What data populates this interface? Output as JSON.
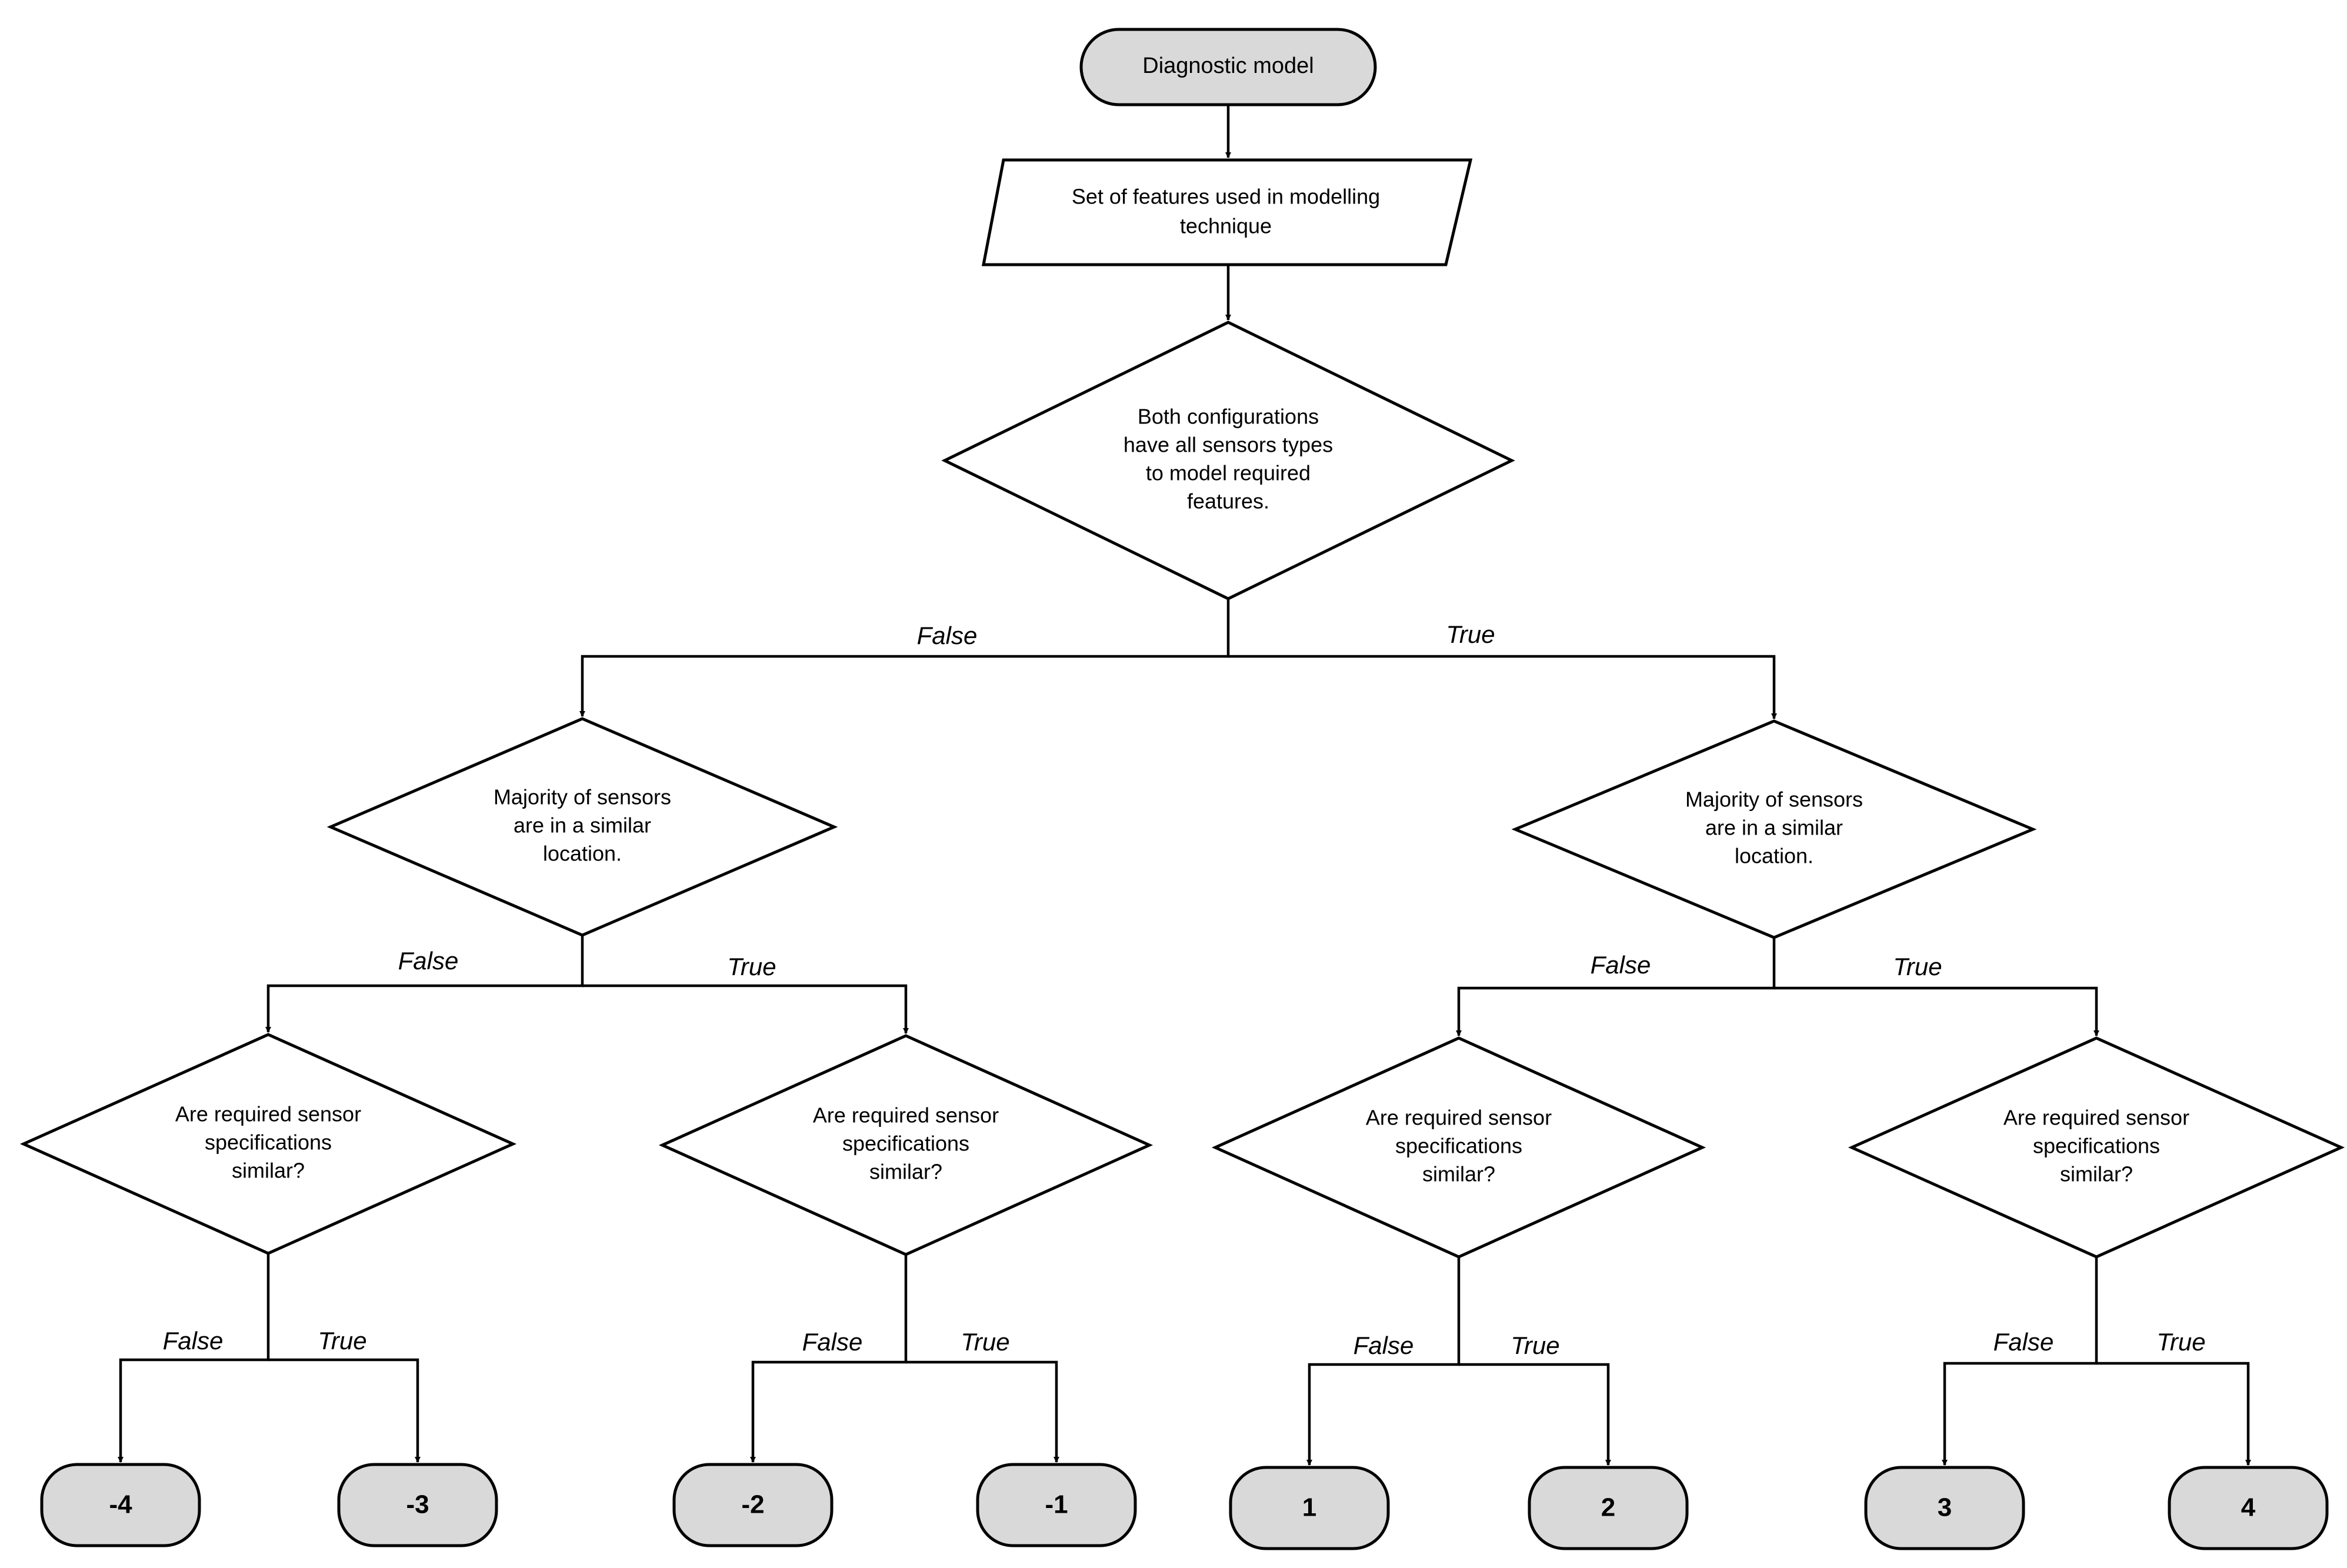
{
  "diagram": {
    "start": {
      "label": "Diagnostic model"
    },
    "input": {
      "lines": [
        "Set of features used in modelling",
        "technique"
      ]
    },
    "decision_root": {
      "lines": [
        "Both configurations",
        "have all sensors types",
        "to model required",
        "features."
      ]
    },
    "decision_location": {
      "lines": [
        "Majority of sensors",
        "are in a similar",
        "location."
      ]
    },
    "decision_spec": {
      "lines": [
        "Are required sensor",
        "specifications",
        "similar?"
      ]
    },
    "branch_labels": {
      "false": "False",
      "true": "True"
    },
    "terminals": [
      "-4",
      "-3",
      "-2",
      "-1",
      "1",
      "2",
      "3",
      "4"
    ]
  },
  "colors": {
    "terminal_fill": "#d9d9d9",
    "stroke": "#000000"
  }
}
